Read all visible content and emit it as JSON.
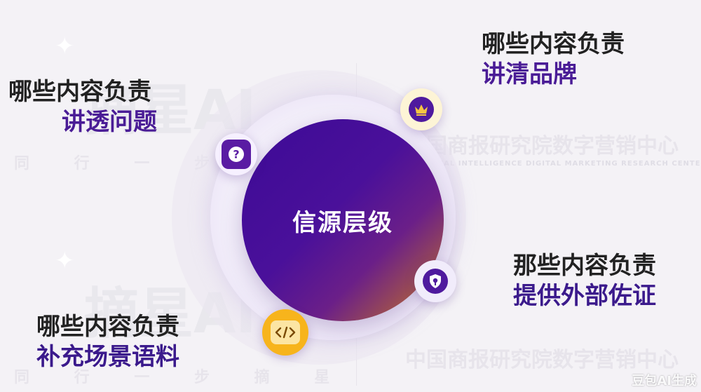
{
  "center": {
    "label": "信源层级"
  },
  "nodes": [
    {
      "title": "哪些内容负责",
      "highlight": "讲透问题",
      "icon": "question-icon"
    },
    {
      "title": "哪些内容负责",
      "highlight": "讲清品牌",
      "icon": "crown-icon"
    },
    {
      "title": "那些内容负责",
      "highlight": "提供外部佐证",
      "icon": "shield-badge-icon"
    },
    {
      "title": "哪些内容负责",
      "highlight": "补充场景语料",
      "icon": "code-icon"
    }
  ],
  "watermarks": {
    "brand": "摘星AI",
    "slogan": "同 行 一 步",
    "step": "同 行 一 步 摘 星",
    "org": "中国商报研究院数字营销中心",
    "org_en": "ARTIFICIAL INTELLIGENCE DIGITAL MARKETING RESEARCH CENTER",
    "ai_generated": "豆包AI生成"
  },
  "colors": {
    "brand_purple": "#4a1c96",
    "accent_gold": "#f7b41c",
    "core_gradient_start": "#3d0a96",
    "core_gradient_end": "#c8781f"
  }
}
